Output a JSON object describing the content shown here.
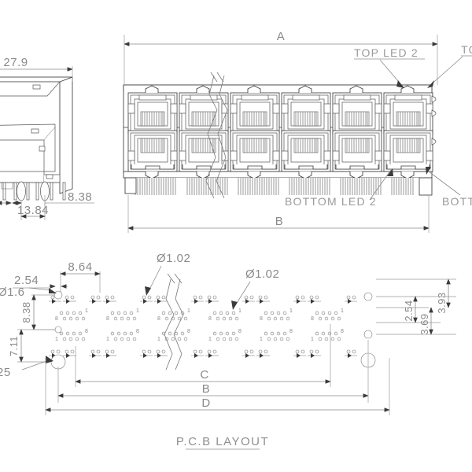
{
  "drawing": {
    "title": "P.C.B LAYOUT",
    "views": {
      "side_view": "side-profile-view",
      "front_view": "front-elevation-view",
      "pcb_view": "pcb-layout-view"
    }
  },
  "dimensions": {
    "side_width": "27.9",
    "side_pin_pitch": "13.84",
    "side_pin_offset": "8.38",
    "overall_a": "A",
    "overall_b": "B",
    "pcb_c": "C",
    "pcb_b": "B",
    "pcb_d": "D",
    "pad_pitch_1": "2.54",
    "pad_pitch_2": "8.64",
    "hole_dia_mount": "Ø1.6",
    "hole_dia_pad": "Ø1.02",
    "hole_dia_pad_2": "Ø1.02",
    "row_spacing_1": "8.38",
    "row_spacing_2": "7.11",
    "mount_hole": "25",
    "right_1": "2.54",
    "right_2": "3.69",
    "right_3": "3.93"
  },
  "callouts": {
    "top_led_2": "TOP LED 2",
    "top_led_1": "TO",
    "bottom_led_2": "BOTTOM LED 2",
    "bottom_led_1": "BOTTO"
  },
  "pad_marks": {
    "pin1": "1",
    "pin8": "8"
  },
  "colors": {
    "line": "#3c3c3c",
    "dim": "#8a8a8a",
    "label": "#9a9a9a",
    "background": "#ffffff"
  }
}
